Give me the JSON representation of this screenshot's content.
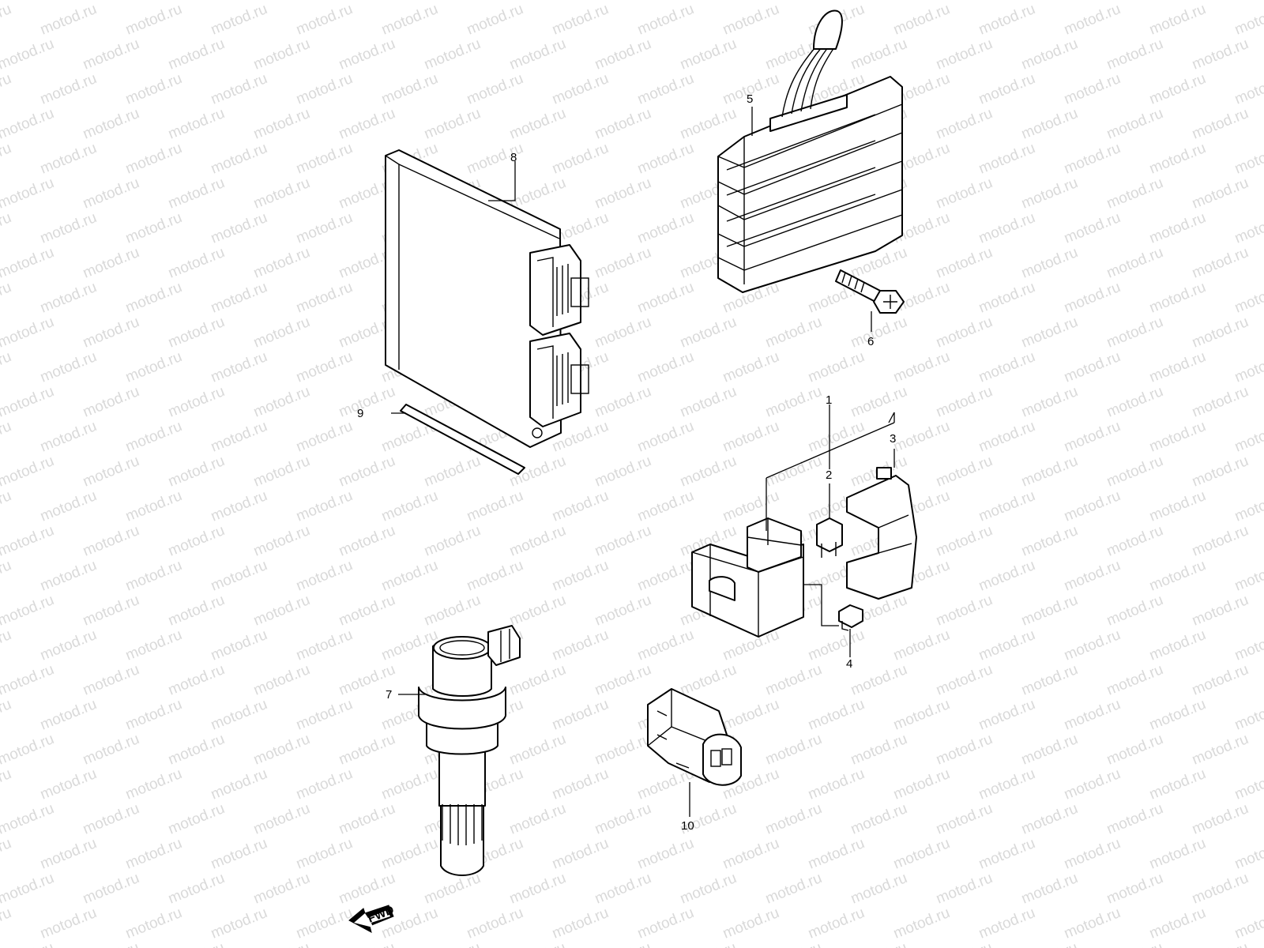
{
  "watermark": {
    "text": "motod.ru",
    "color": "#d9d9d9"
  },
  "callouts": [
    {
      "id": "c1",
      "label": "1"
    },
    {
      "id": "c2",
      "label": "2"
    },
    {
      "id": "c3",
      "label": "3"
    },
    {
      "id": "c4",
      "label": "4"
    },
    {
      "id": "c5",
      "label": "5"
    },
    {
      "id": "c6",
      "label": "6"
    },
    {
      "id": "c7",
      "label": "7"
    },
    {
      "id": "c8",
      "label": "8"
    },
    {
      "id": "c9",
      "label": "9"
    },
    {
      "id": "c10",
      "label": "10"
    }
  ],
  "fwd_badge": {
    "label": "FWD"
  }
}
